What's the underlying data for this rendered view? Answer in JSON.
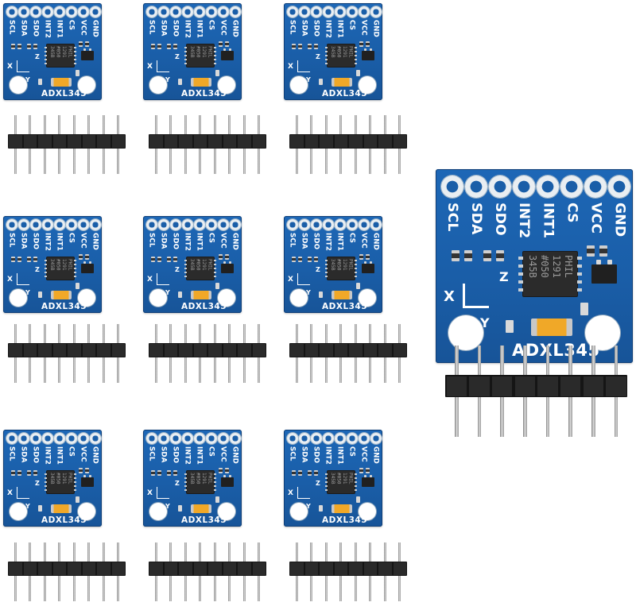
{
  "image": {
    "background_color": "#ffffff",
    "pcb_color": "#1a5ea8",
    "board_count_small": 9,
    "board_count_large": 1,
    "header_count": 10
  },
  "module": {
    "name": "ADXL345",
    "pins": [
      "SCL",
      "SDA",
      "SDO",
      "INT2",
      "INT1",
      "CS",
      "VCC",
      "GND"
    ],
    "axes": [
      "X",
      "Y",
      "Z"
    ],
    "chip_marking": [
      "345B",
      "#050",
      "1291",
      "PHIL"
    ]
  },
  "header": {
    "pin_count": 8
  }
}
